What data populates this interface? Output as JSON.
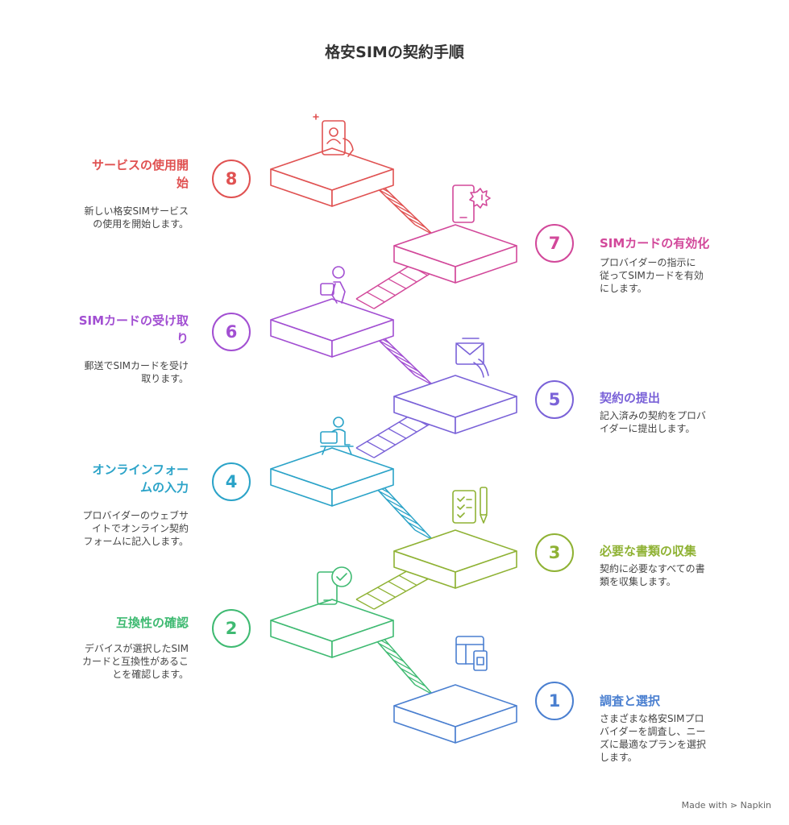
{
  "title": "格安SIMの契約手順",
  "footer": {
    "made_with": "Made with",
    "brand": "Napkin"
  },
  "steps": [
    {
      "number": "1",
      "title": "調査と選択",
      "description_lines": [
        "さまざまな格安SIMプロ",
        "バイダーを調査し、ニー",
        "ズに最適なプランを選択",
        "します。"
      ],
      "color": "#4a7fd0",
      "icon": "sim-card-table-icon"
    },
    {
      "number": "2",
      "title": "互換性の確認",
      "description_lines": [
        "デバイスが選択したSIM",
        "カードと互換性があるこ",
        "とを確認します。"
      ],
      "color": "#3fba72",
      "icon": "phone-check-icon"
    },
    {
      "number": "3",
      "title": "必要な書類の収集",
      "description_lines": [
        "契約に必要なすべての書",
        "類を収集します。"
      ],
      "color": "#8fb234",
      "icon": "checklist-pen-icon"
    },
    {
      "number": "4",
      "title_lines": [
        "オンラインフォー",
        "ムの入力"
      ],
      "description_lines": [
        "プロバイダーのウェブサ",
        "イトでオンライン契約",
        "フォームに記入します。"
      ],
      "color": "#2ba3c8",
      "icon": "person-laptop-icon"
    },
    {
      "number": "5",
      "title": "契約の提出",
      "description_lines": [
        "記入済みの契約をプロバ",
        "イダーに提出します。"
      ],
      "color": "#7a62d8",
      "icon": "hand-envelope-icon"
    },
    {
      "number": "6",
      "title_lines": [
        "SIMカードの受け取",
        "り"
      ],
      "description_lines": [
        "郵送でSIMカードを受け",
        "取ります。"
      ],
      "color": "#a24fd2",
      "icon": "delivery-person-icon"
    },
    {
      "number": "7",
      "title": "SIMカードの有効化",
      "description_lines": [
        "プロバイダーの指示に",
        "従ってSIMカードを有効",
        "にします。"
      ],
      "color": "#d2489a",
      "icon": "phone-alert-icon"
    },
    {
      "number": "8",
      "title_lines": [
        "サービスの使用開",
        "始"
      ],
      "description_lines": [
        "新しい格安SIMサービス",
        "の使用を開始します。"
      ],
      "color": "#e05252",
      "icon": "hand-phone-user-icon"
    }
  ]
}
